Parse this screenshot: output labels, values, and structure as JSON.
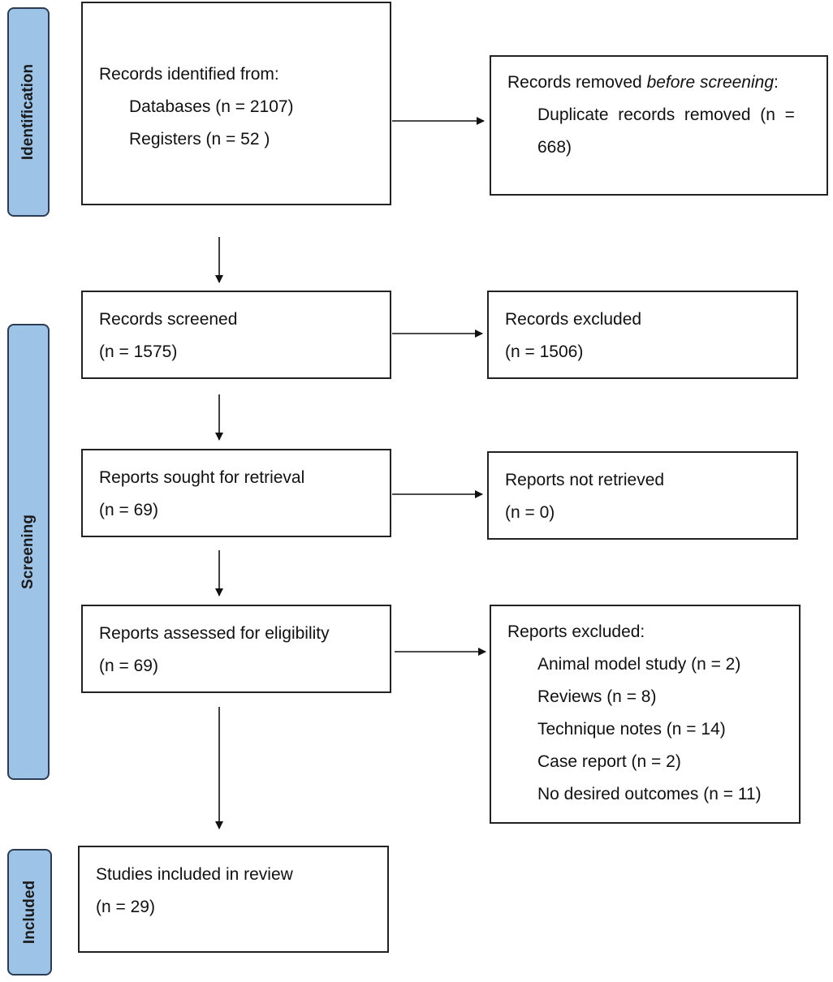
{
  "phases": {
    "identification": "Identification",
    "screening": "Screening",
    "included": "Included"
  },
  "records_identified": {
    "title": "Records identified from:",
    "databases": "Databases (n = 2107)",
    "registers": "Registers (n = 52 )"
  },
  "records_removed": {
    "title_prefix": "Records removed ",
    "title_italic": "before screening",
    "title_suffix": ":",
    "duplicates_line1": "Duplicate  records  removed  (n  =",
    "duplicates_line2": "668)"
  },
  "records_screened": {
    "title": "Records screened",
    "count": "(n = 1575)"
  },
  "records_excluded": {
    "title": "Records excluded",
    "count": "(n = 1506)"
  },
  "reports_sought": {
    "title": "Reports sought for retrieval",
    "count": "(n = 69)"
  },
  "reports_not_retrieved": {
    "title": "Reports not retrieved",
    "count": "(n = 0)"
  },
  "reports_assessed": {
    "title": "Reports assessed for eligibility",
    "count": "(n = 69)"
  },
  "reports_excluded": {
    "title": "Reports excluded:",
    "reasons": [
      "Animal model study (n = 2)",
      "Reviews (n = 8)",
      "Technique notes (n = 14)",
      "Case report (n = 2)",
      "No desired outcomes (n = 11)"
    ]
  },
  "studies_included": {
    "title": "Studies included in review",
    "count": "(n = 29)"
  }
}
